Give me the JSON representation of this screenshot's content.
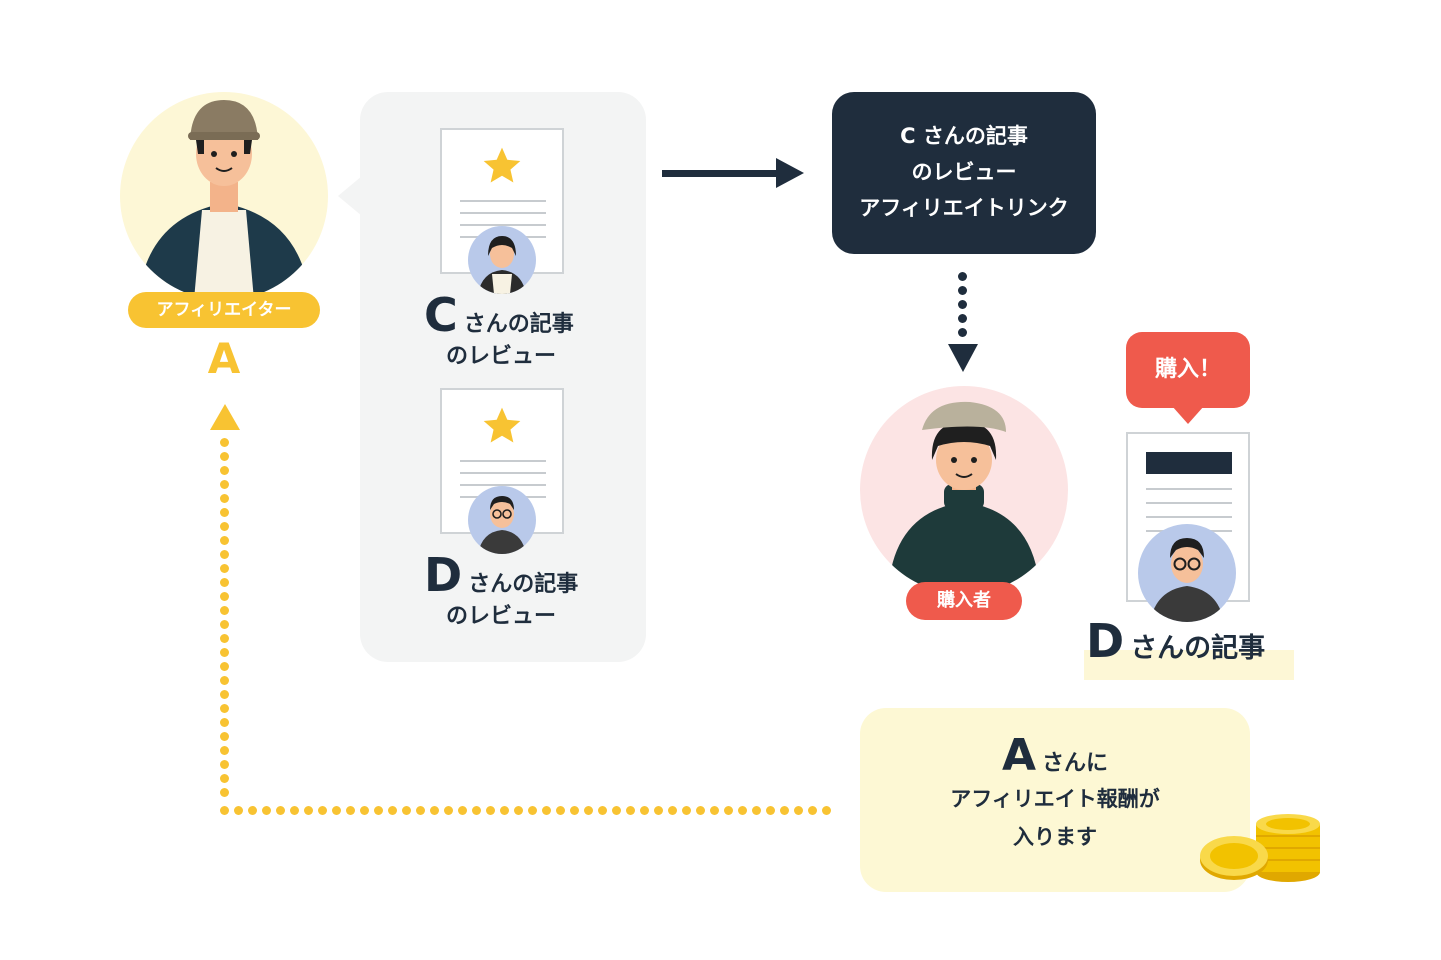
{
  "affiliator": {
    "role_label": "アフィリエイター",
    "letter": "A"
  },
  "reviews": [
    {
      "letter": "C",
      "title_rest": "さんの記事",
      "subtitle": "のレビュー"
    },
    {
      "letter": "D",
      "title_rest": "さんの記事",
      "subtitle": "のレビュー"
    }
  ],
  "link_box": {
    "line1": "C さんの記事",
    "line2": "のレビュー",
    "line3": "アフィリエイトリンク"
  },
  "buyer": {
    "badge": "購入者"
  },
  "purchase": {
    "bubble": "購入！"
  },
  "article": {
    "letter": "D",
    "title_rest": "さんの記事"
  },
  "reward": {
    "letter": "A",
    "line1_rest": "さんに",
    "line2": "アフィリエイト報酬が",
    "line3": "入ります"
  },
  "colors": {
    "navy": "#1f2d3d",
    "yellow": "#f8c332",
    "red": "#ef5a4c",
    "panel_gray": "#f3f4f4",
    "cream": "#fdf8d4"
  }
}
